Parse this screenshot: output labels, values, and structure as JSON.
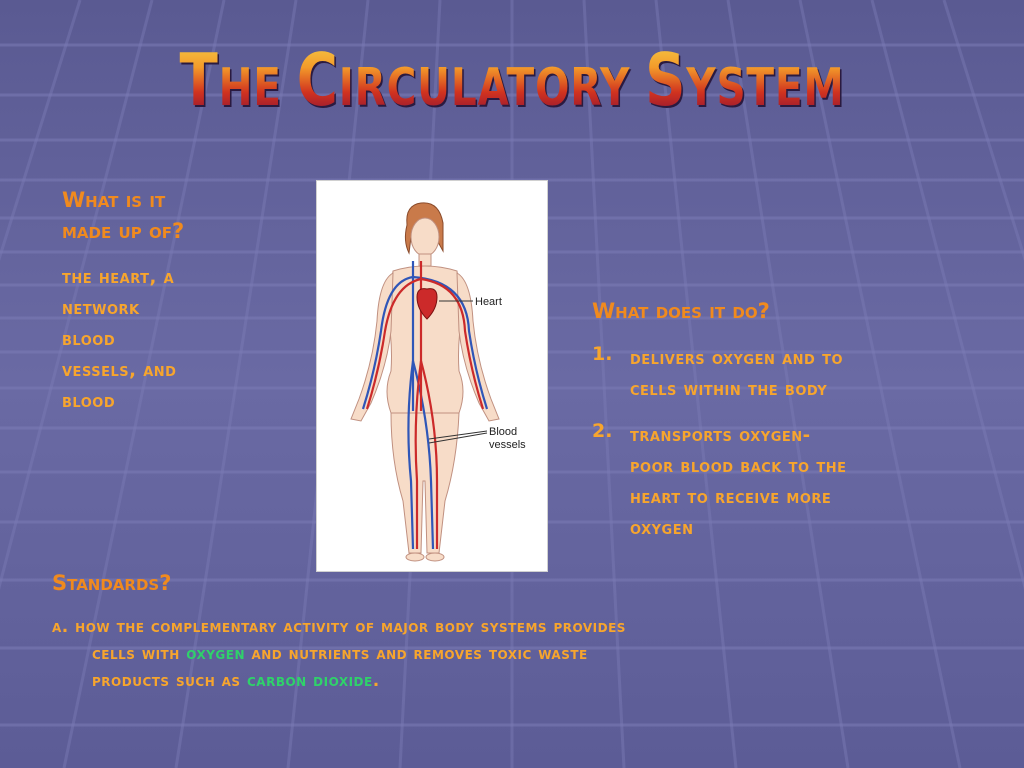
{
  "slide": {
    "title": {
      "word1_first": "T",
      "word1_rest": "he",
      "word2_first": "C",
      "word2_rest": "irculatory",
      "word3_first": "S",
      "word3_rest": "ystem"
    },
    "left_column": {
      "heading_line1": "What is it",
      "heading_line2": "made up of?",
      "answer_lines": [
        "the heart, a",
        "network",
        "blood",
        "vessels, and",
        "blood"
      ]
    },
    "figure": {
      "label_heart": "Heart",
      "label_vessels_line1": "Blood",
      "label_vessels_line2": "vessels"
    },
    "right_column": {
      "heading": "What does it do?",
      "items": [
        {
          "number": "1.",
          "lines": [
            "delivers oxygen and  to",
            "cells within the body"
          ]
        },
        {
          "number": "2.",
          "lines": [
            "transports oxygen-",
            "poor blood back to the",
            "heart to receive more",
            "oxygen"
          ]
        }
      ]
    },
    "standards": {
      "heading": "Standards?",
      "a_prefix": "a.  how the complementary activity of major body systems provides",
      "a_line2_start": "cells with ",
      "a_highlight1": "oxygen",
      "a_line2_end": " and nutrients and removes toxic waste",
      "a_line3_start": "products such as ",
      "a_highlight2": "carbon dioxide",
      "a_line3_end": "."
    },
    "colors": {
      "background": "#6262a0",
      "grid_lines": "#7c7cb6",
      "heading_orange": "#f08a1e",
      "body_orange": "#f7a52d",
      "highlight_green": "#2fd26a",
      "artery_red": "#cc2a2a",
      "vein_blue": "#2f56b8"
    }
  }
}
